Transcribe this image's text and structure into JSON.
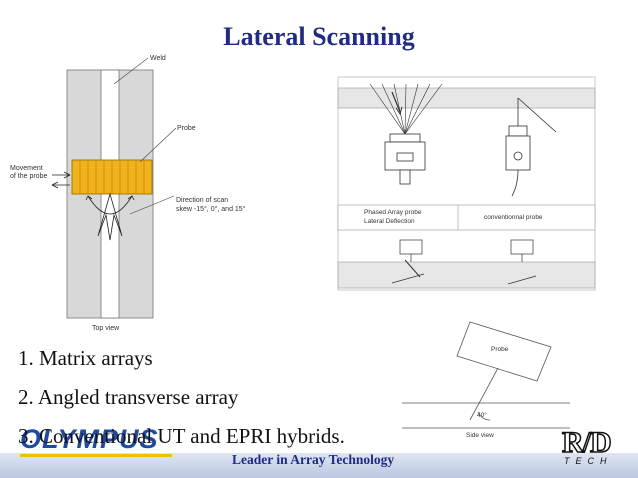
{
  "title": "Lateral Scanning",
  "diagram_top_view": {
    "weld_label": "Weld",
    "probe_label": "Probe",
    "movement_label_line1": "Movement",
    "movement_label_line2": "of the probe",
    "direction_line1": "Direction of scan",
    "direction_line2": "skew -15°, 0°, and 15°",
    "caption": "Top view"
  },
  "diagram_comparison": {
    "phased_line1": "Phased Array probe",
    "phased_line2": "Lateral Deflection",
    "conventional": "conventionnal probe"
  },
  "diagram_side_view": {
    "probe_label": "Probe",
    "angle_label": "40°",
    "caption": "Side view"
  },
  "list": [
    "1. Matrix arrays",
    "2. Angled transverse array",
    "3. Conventional UT and EPRI hybrids."
  ],
  "footer": {
    "logo": "OLYMPUS",
    "tagline": "Leader in Array Technology",
    "partner_logo": "R/D",
    "partner_sub": "TECH"
  },
  "colors": {
    "title": "#1f2a8a",
    "probe_fill": "#f2b21c",
    "plate_fill": "#d8d8d8"
  }
}
